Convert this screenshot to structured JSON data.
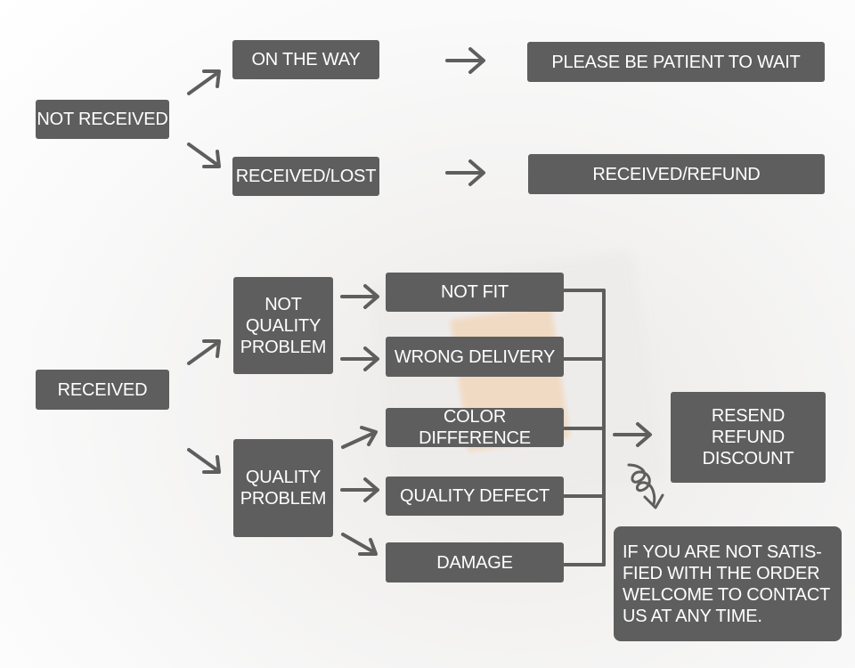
{
  "colors": {
    "box": "#5e5e5e",
    "text": "#ffffff",
    "arrow": "#5e5e5e"
  },
  "not_received": {
    "label": "NOT  RECEIVED",
    "on_the_way": "ON THE WAY",
    "please_wait": "PLEASE BE PATIENT TO WAIT",
    "received_lost": "RECEIVED/LOST",
    "received_refund": "RECEIVED/REFUND"
  },
  "received": {
    "label": "RECEIVED",
    "not_quality_problem": "NOT QUALITY PROBLEM",
    "quality_problem": "QUALITY PROBLEM",
    "not_fit": "NOT FIT",
    "wrong_delivery": "WRONG DELIVERY",
    "color_difference": "COLOR DIFFERENCE",
    "quality_defect": "QUALITY DEFECT",
    "damage": "DAMAGE",
    "resolution": "RESEND REFUND DISCOUNT",
    "contact_note": "IF YOU ARE NOT SATIS- FIED WITH THE ORDER WELCOME TO CONTACT US AT ANY TIME."
  }
}
